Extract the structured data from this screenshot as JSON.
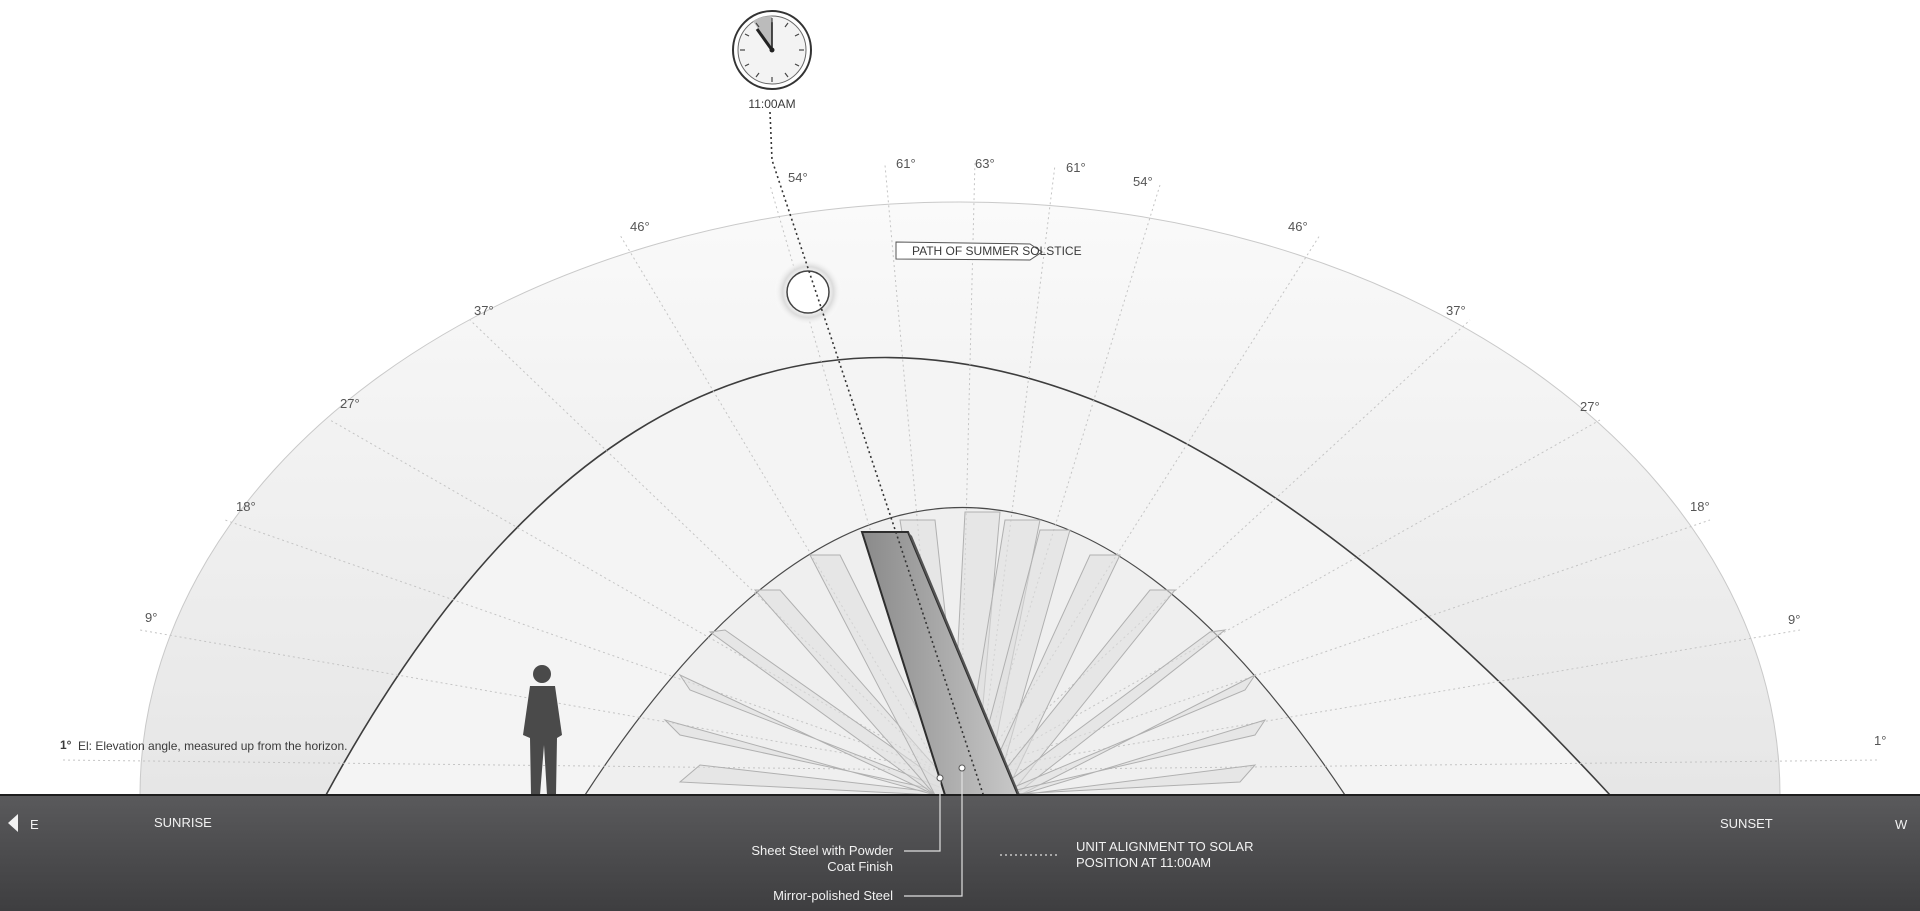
{
  "clock": {
    "time_label": "11:00AM"
  },
  "path_label": "PATH OF SUMMER SOLSTICE",
  "elevation_labels": {
    "left": [
      "1°",
      "9°",
      "18°",
      "27°",
      "37°",
      "46°",
      "54°",
      "61°"
    ],
    "top": "63°",
    "right": [
      "61°",
      "54°",
      "46°",
      "37°",
      "27°",
      "18°",
      "9°",
      "1°"
    ]
  },
  "legend": {
    "prefix": "1°",
    "text": "El: Elevation angle, measured up from the horizon."
  },
  "ground": {
    "east": "E",
    "west": "W",
    "sunrise": "SUNRISE",
    "sunset": "SUNSET"
  },
  "callouts": {
    "sheet_steel_line1": "Sheet Steel with Powder",
    "sheet_steel_line2": "Coat Finish",
    "mirror_steel": "Mirror-polished Steel",
    "alignment_line1": "UNIT ALIGNMENT TO SOLAR",
    "alignment_line2": "POSITION AT 11:00AM"
  },
  "colors": {
    "ground": "#4d4d4f",
    "arc_line": "#3d3d3d",
    "panel_dark": "#6a6a6a",
    "panel_light": "#d6d6d6"
  }
}
